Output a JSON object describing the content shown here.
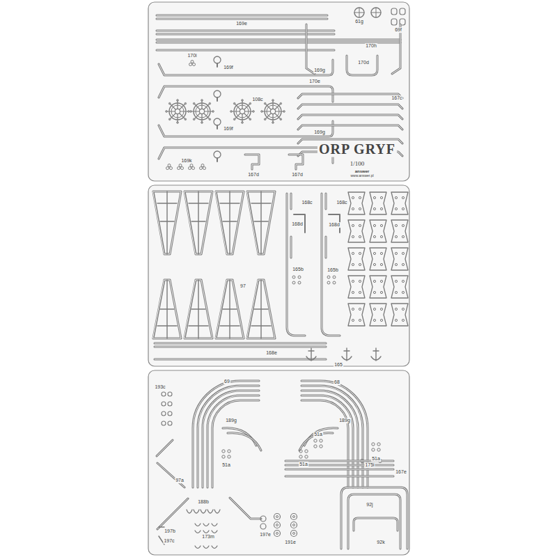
{
  "diagram": {
    "title": "ORP GRYF",
    "labels": [
      "169e",
      "61g",
      "69f",
      "170h",
      "170i",
      "170d",
      "169f",
      "169g",
      "170e",
      "108c",
      "167c",
      "169f",
      "169g",
      "1/100",
      "169k",
      "167d",
      "167d",
      "answer",
      "www.answer.pl",
      "168c",
      "168c",
      "168d",
      "168d",
      "97",
      "165b",
      "165b",
      "168e",
      "165",
      "193c",
      "69",
      "68",
      "189g",
      "189g",
      "51a",
      "51a",
      "51a",
      "51a",
      "175i",
      "167e",
      "97a",
      "188b",
      "92j",
      "197b",
      "197c",
      "173m",
      "197e",
      "191e",
      "92k"
    ]
  }
}
